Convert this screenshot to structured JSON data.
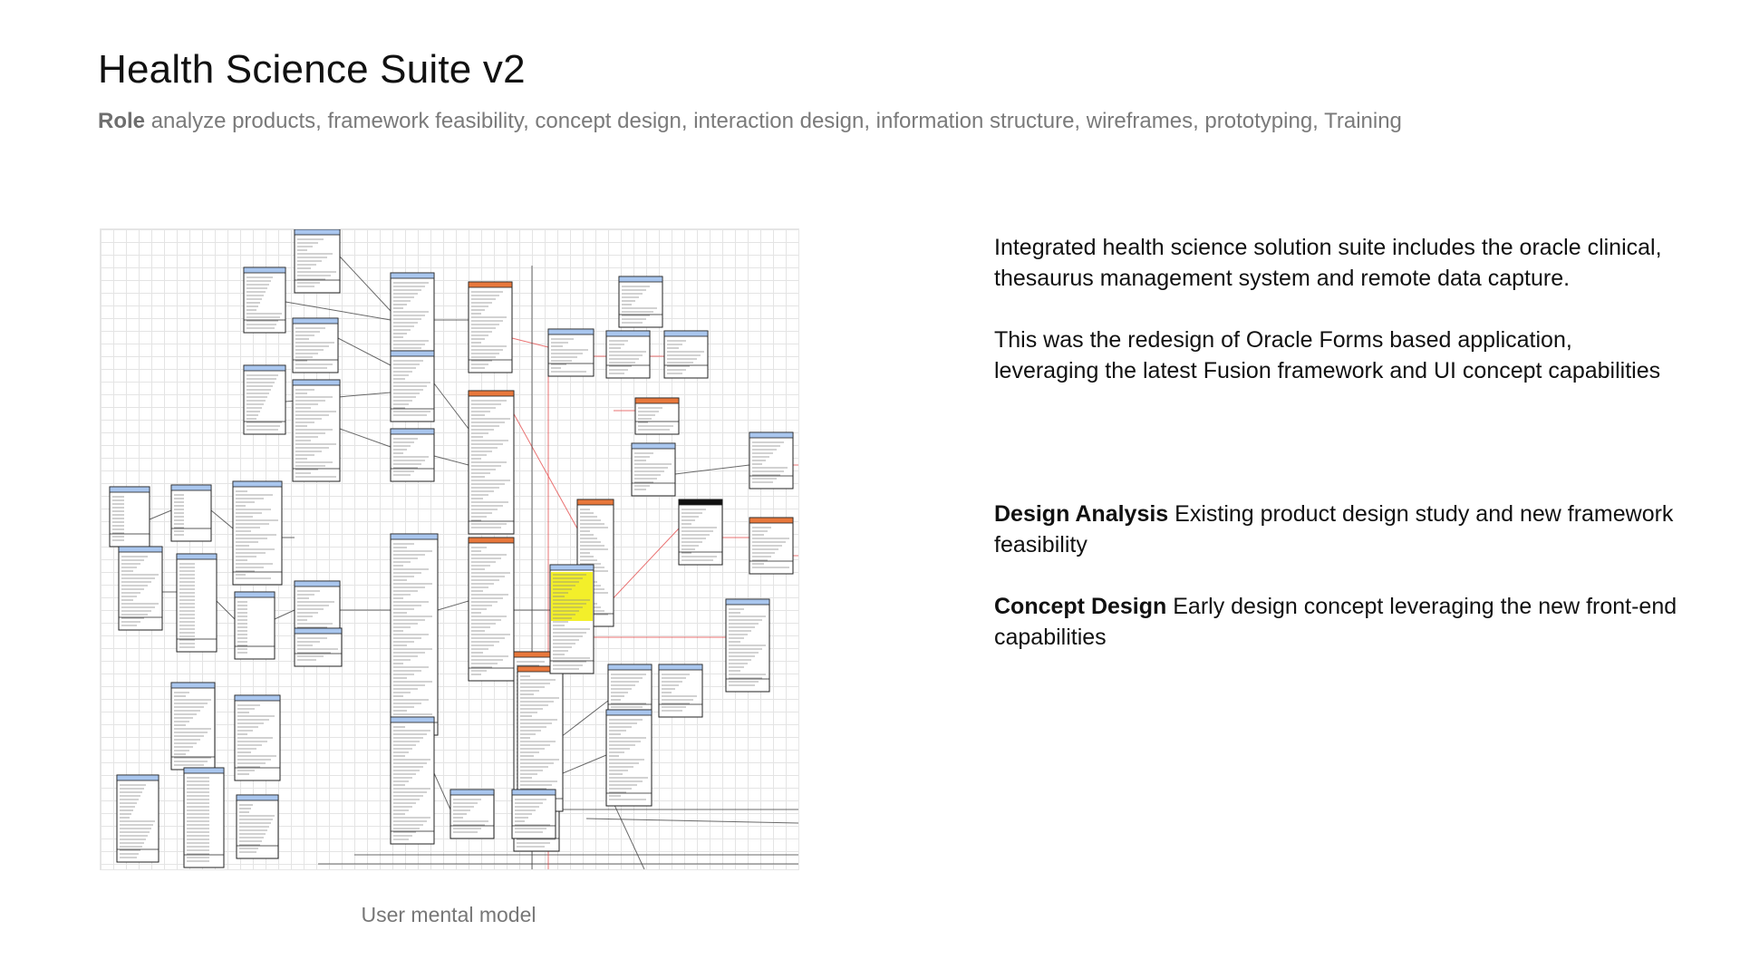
{
  "header": {
    "title": "Health Science Suite v2",
    "role_label": "Role",
    "role_text": "analyze products, framework feasibility, concept design, interaction design, information structure, wireframes, prototyping, Training"
  },
  "figure": {
    "caption": "User mental model"
  },
  "description": {
    "paragraph_1": "Integrated health science solution suite includes the oracle clinical, thesaurus management system and remote data capture.",
    "paragraph_2": "This was the redesign of Oracle Forms based application, leveraging the latest Fusion framework and UI concept capabilities"
  },
  "sections": [
    {
      "label": "Design Analysis",
      "text": "Existing product design study and new framework feasibility"
    },
    {
      "label": "Concept Design",
      "text": "Early design concept leveraging the new front-end capabilities"
    }
  ],
  "colors": {
    "entity_header_blue": "#a9c6ee",
    "entity_header_orange": "#e8783c",
    "entity_highlight_yellow": "#f3ef2a",
    "relation_line": "#444444",
    "relation_line_red": "#e34545"
  }
}
